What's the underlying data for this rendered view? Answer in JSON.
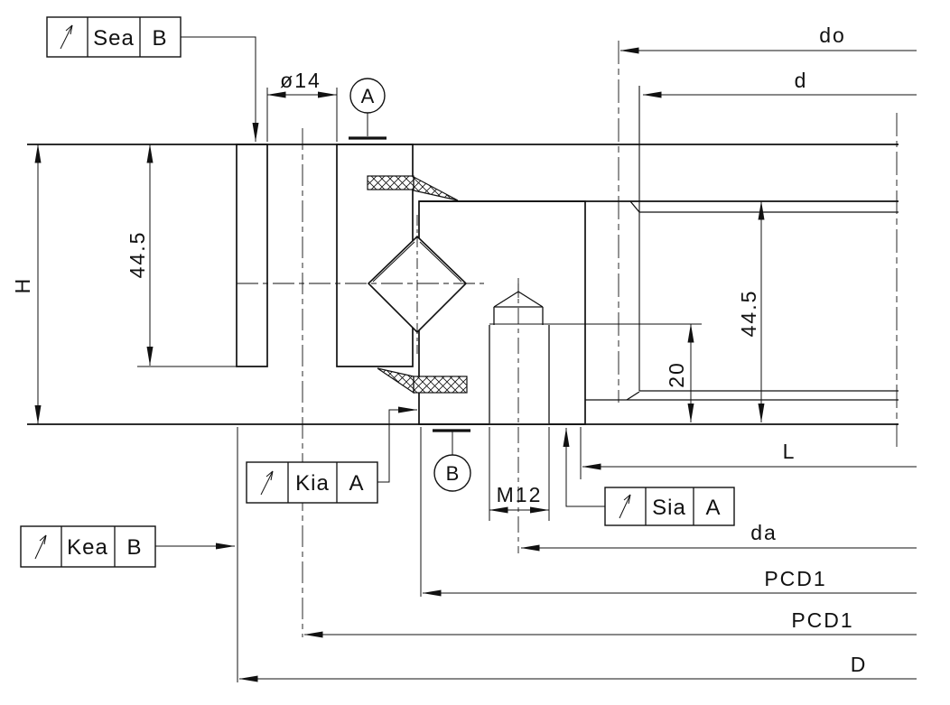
{
  "colors": {
    "line": "#111111",
    "background": "#ffffff"
  },
  "dims": {
    "hole_dia": "ø14",
    "do": "do",
    "d": "d",
    "height": "H",
    "inner_height": "44.5",
    "outer_height": "44.5",
    "tap_depth": "20",
    "l": "L",
    "thread": "M12",
    "da": "da",
    "pcd1_outer": "PCD1",
    "pcd1_inner": "PCD1",
    "big_d": "D"
  },
  "datums": {
    "a": "A",
    "b": "B"
  },
  "frames": {
    "sea": {
      "icon": "circular-runout",
      "value": "Sea",
      "datum": "B"
    },
    "kia": {
      "icon": "circular-runout",
      "value": "Kia",
      "datum": "A"
    },
    "sia": {
      "icon": "circular-runout",
      "value": "Sia",
      "datum": "A"
    },
    "kea": {
      "icon": "circular-runout",
      "value": "Kea",
      "datum": "B"
    }
  }
}
